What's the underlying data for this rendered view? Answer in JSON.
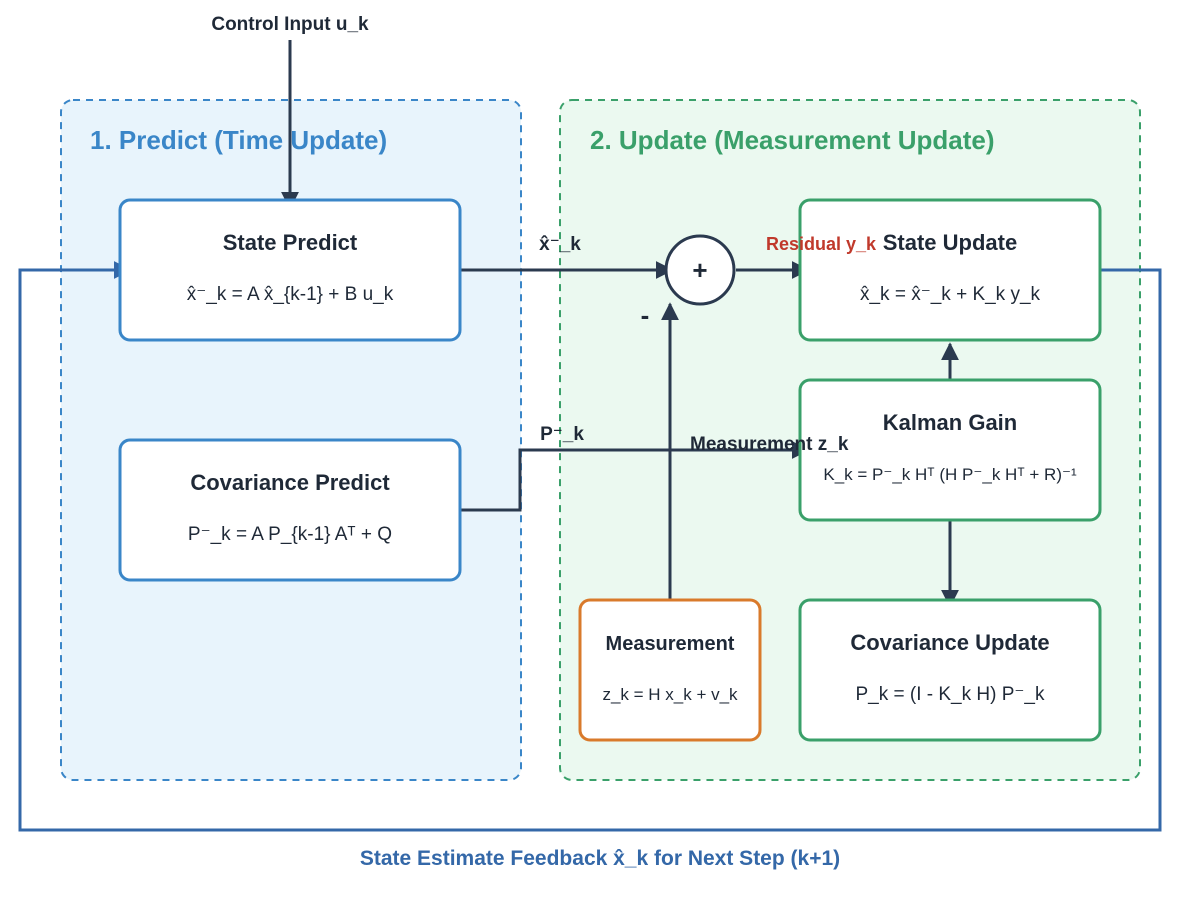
{
  "diagram": {
    "colors": {
      "predict_accent": "#3a86c8",
      "predict_fill": "#e8f4fc",
      "update_accent": "#3aa06a",
      "update_fill": "#ebf9f0",
      "measurement_accent": "#d97a2b",
      "arrow": "#2b3a4f",
      "feedback": "#3468a8",
      "residual": "#c0392b"
    },
    "control_input": "Control Input u_k",
    "predict_region": {
      "title": "1. Predict (Time Update)"
    },
    "update_region": {
      "title": "2. Update (Measurement Update)"
    },
    "state_predict": {
      "title": "State Predict",
      "equation": "x̂⁻_k = A x̂_{k-1} + B u_k"
    },
    "covariance_predict": {
      "title": "Covariance Predict",
      "equation": "P⁻_k = A P_{k-1} Aᵀ + Q"
    },
    "state_update": {
      "title": "State Update",
      "equation": "x̂_k = x̂⁻_k + K_k y_k"
    },
    "kalman_gain": {
      "title": "Kalman Gain",
      "equation": "K_k = P⁻_k Hᵀ (H P⁻_k Hᵀ + R)⁻¹"
    },
    "measurement": {
      "title": "Measurement",
      "equation": "z_k = H x_k + v_k"
    },
    "covariance_update": {
      "title": "Covariance Update",
      "equation": "P_k = (I - K_k H) P⁻_k"
    },
    "summing_junction": {
      "plus": "+",
      "minus": "-"
    },
    "labels": {
      "x_prior": "x̂⁻_k",
      "p_prior": "P⁻_k",
      "residual": "Residual y_k",
      "measurement_z": "Measurement z_k",
      "feedback": "State Estimate Feedback x̂_k for Next Step (k+1)"
    }
  }
}
